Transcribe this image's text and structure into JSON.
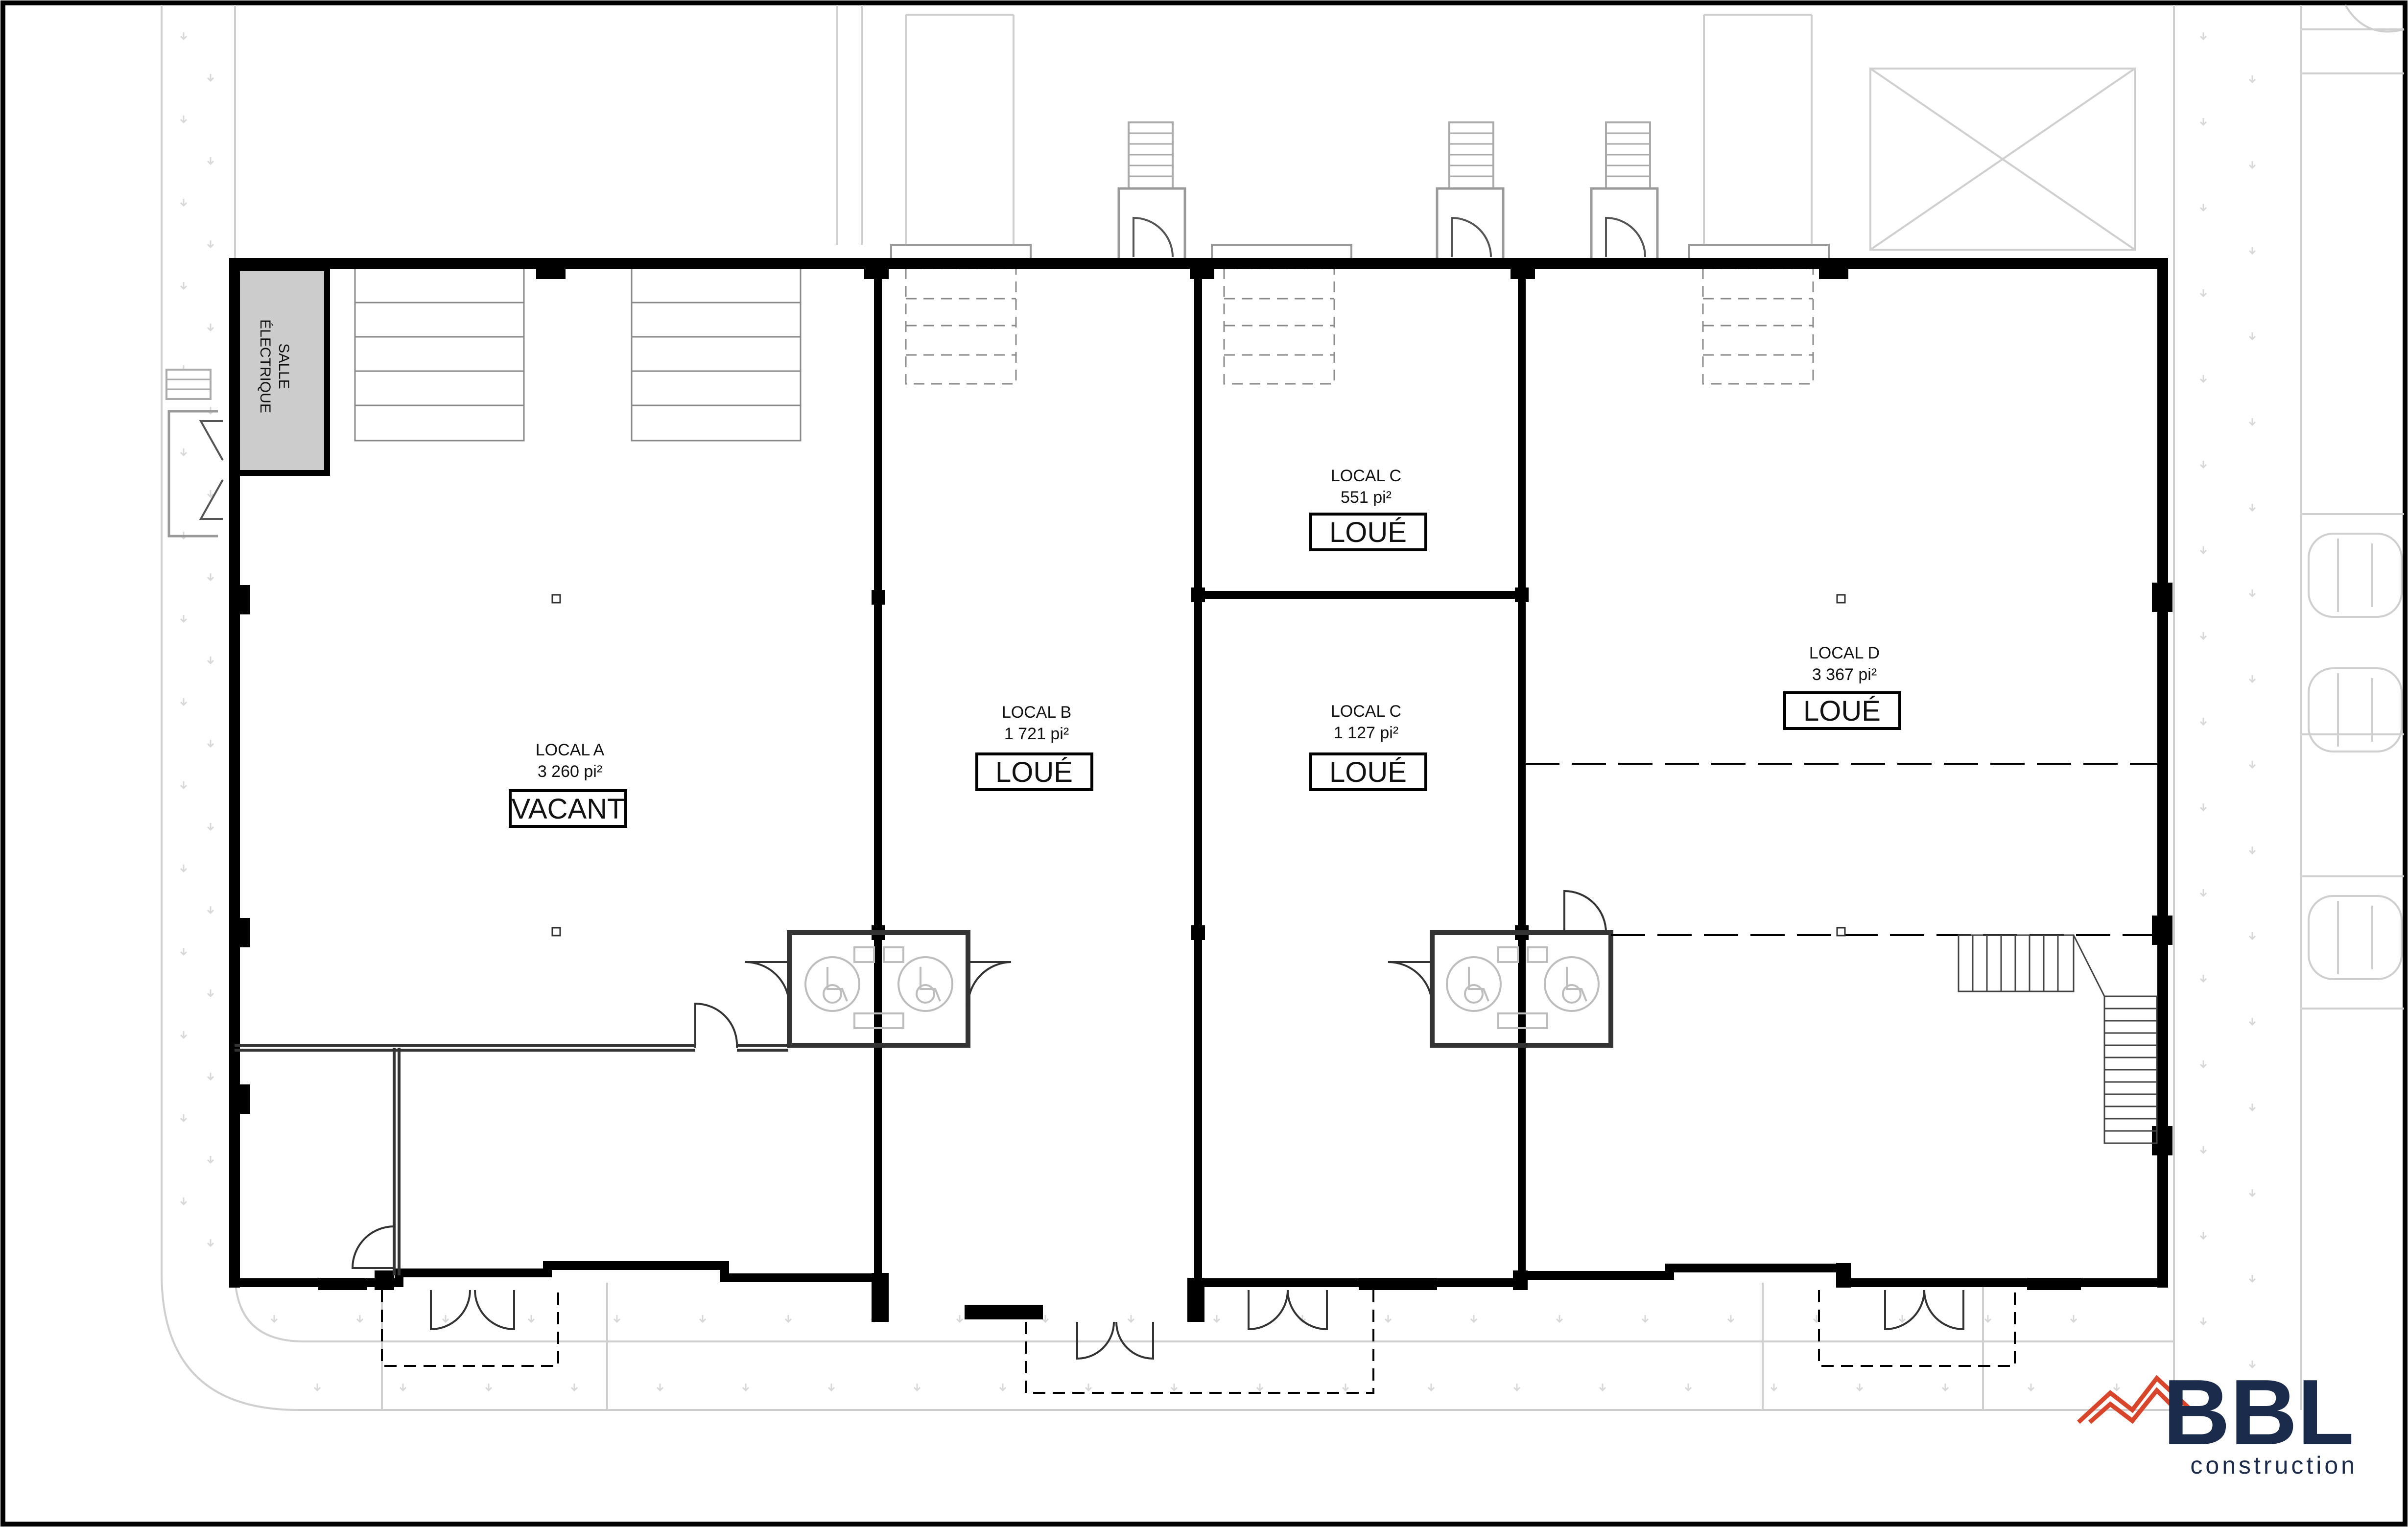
{
  "colors": {
    "wall": "#000000",
    "context_line": "#cfcfcf",
    "electrical_room": "#cccccc",
    "brand_navy": "#1b2b4b",
    "brand_red": "#d9452b",
    "frame": "#000000"
  },
  "electrical_room": {
    "line1": "SALLE",
    "line2": "ÉLECTRIQUE"
  },
  "units": {
    "a": {
      "name": "LOCAL A",
      "area": "3 260 pi²",
      "status": "VACANT"
    },
    "b": {
      "name": "LOCAL B",
      "area": "1 721 pi²",
      "status": "LOUÉ"
    },
    "c_top": {
      "name": "LOCAL C",
      "area": "551 pi²",
      "status": "LOUÉ"
    },
    "c_bottom": {
      "name": "LOCAL C",
      "area": "1 127 pi²",
      "status": "LOUÉ"
    },
    "d": {
      "name": "LOCAL D",
      "area": "3 367 pi²",
      "status": "LOUÉ"
    }
  },
  "logo": {
    "text": "BBL",
    "subtitle": "construction",
    "icon": "roof-outline-icon"
  },
  "icons": {
    "accessible": "wheelchair-icon",
    "stairs": "stairs-icon",
    "door": "door-swing-icon",
    "car": "parked-car-icon"
  }
}
